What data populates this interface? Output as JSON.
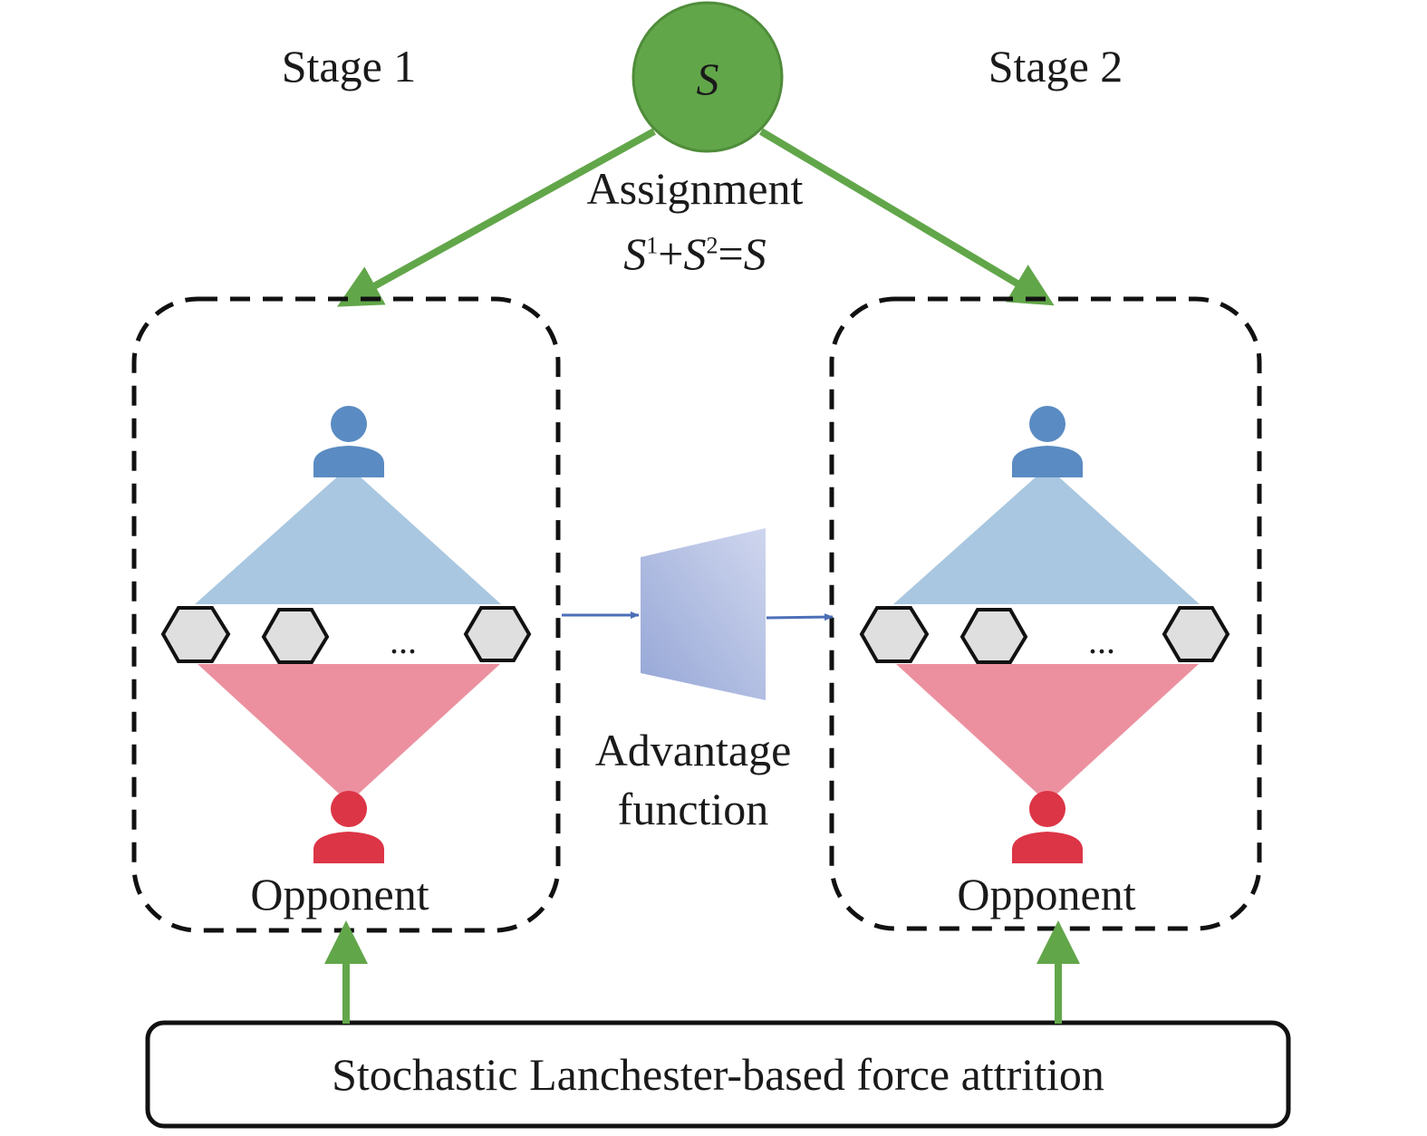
{
  "title_source": {
    "label": "S"
  },
  "assignment": {
    "label": "Assignment",
    "eq": {
      "a": "S",
      "a_sup": "1",
      "plus": "+",
      "b": "S",
      "b_sup": "2",
      "eqs": "=",
      "c": "S"
    }
  },
  "stages": [
    {
      "label": "Stage 1",
      "ellipsis": "...",
      "opponent_label": "Opponent"
    },
    {
      "label": "Stage 2",
      "ellipsis": "...",
      "opponent_label": "Opponent"
    }
  ],
  "advantage": {
    "line1": "Advantage",
    "line2": "function"
  },
  "bottom_box": {
    "label": "Stochastic Lanchester-based force attrition"
  },
  "colors": {
    "green": "#62a64a",
    "blue_person": "#5a8bc2",
    "blue_cone": "#a9c7e0",
    "red_person": "#dc3546",
    "red_cone": "#ec909f",
    "hex_fill": "#e0dfe0",
    "arrow_blue": "#4c6fb8"
  }
}
